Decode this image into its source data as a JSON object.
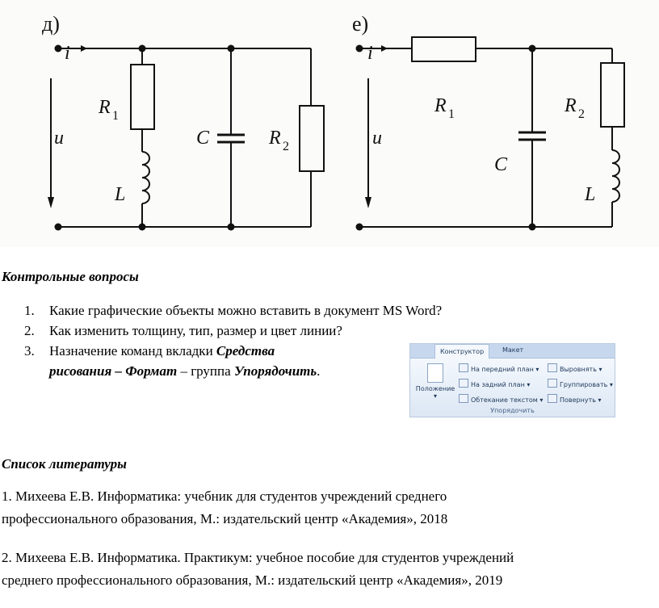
{
  "figure": {
    "left": {
      "label": "д)",
      "current": "i",
      "voltage": "u",
      "r1": "R",
      "r1_sub": "1",
      "inductor": "L",
      "capacitor": "C",
      "r2": "R",
      "r2_sub": "2"
    },
    "right": {
      "label": "е)",
      "current": "i",
      "voltage": "u",
      "r1": "R",
      "r1_sub": "1",
      "capacitor": "C",
      "r2": "R",
      "r2_sub": "2",
      "inductor": "L"
    }
  },
  "questions": {
    "heading": "Контрольные вопросы",
    "items": [
      {
        "num": "1.",
        "text": "Какие графические объекты можно вставить в документ MS Word?"
      },
      {
        "num": "2.",
        "text": "Как изменить толщину, тип, размер  и цвет  линии?"
      }
    ],
    "item3": {
      "num": "3.",
      "pre": "Назначение команд вкладки ",
      "bold1": "Средства",
      "bold2": "рисования – Формат",
      "mid": " – группа ",
      "bold3": "Упорядочить",
      "end": "."
    }
  },
  "ribbon": {
    "tabs": [
      "Конструктор",
      "Макет"
    ],
    "position_label": "Положение",
    "commands": [
      "На передний план",
      "На задний план",
      "Обтекание текстом",
      "Выровнять",
      "Группировать",
      "Повернуть"
    ],
    "group_label": "Упорядочить"
  },
  "literature": {
    "heading": "Список литературы",
    "items": [
      {
        "line1": "1. Михеева Е.В. Информатика: учебник для студентов учреждений среднего",
        "line2": "профессионального образования, М.: издательский центр  «Академия», 2018"
      },
      {
        "line1": "2. Михеева Е.В. Информатика. Практикум:  учебное пособие для студентов учреждений",
        "line2": "среднего профессионального образования, М.: издательский центр  «Академия», 2019"
      }
    ]
  }
}
